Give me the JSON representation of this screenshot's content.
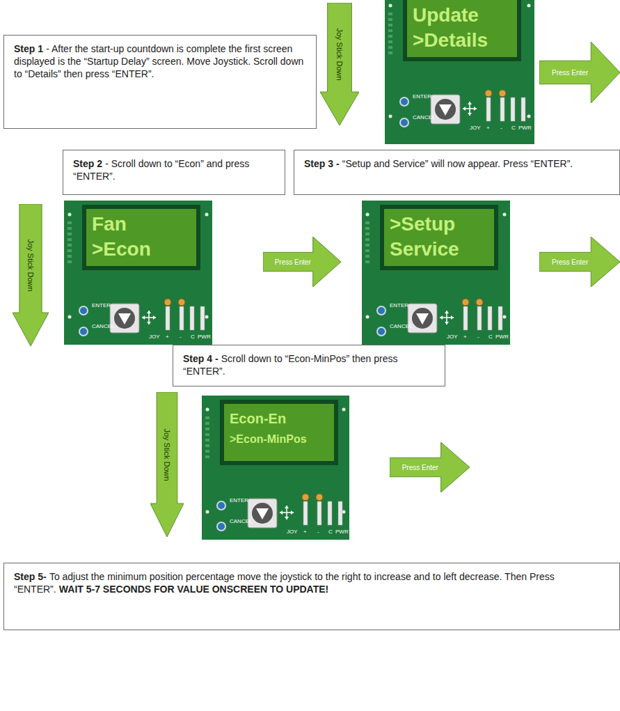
{
  "diagram": {
    "nodes": [
      {
        "text": [
          "Step 1",
          "- After the start-up countdown is complete the first screen displayed is the “Startup Delay” screen. Move Joystick. Scroll down to “Details” then press “ENTER”."
        ]
      },
      {
        "text": [
          "Joy Stick Down"
        ]
      },
      {
        "text": [
          "ENTER",
          "CANCEL",
          "JOY",
          "+",
          "-",
          "C",
          "PWR"
        ]
      },
      {
        "text": [
          "Update",
          ">Details"
        ],
        "in": 2
      },
      {
        "text": [
          "Press Enter"
        ]
      },
      {
        "text": [
          "Step 2",
          "- Scroll down to “Econ” and press “ENTER”."
        ]
      },
      {
        "text": [
          "Step 3 -",
          "“Setup and Service” will now appear. Press “ENTER”."
        ]
      },
      {
        "text": [
          "Joy Stick Down"
        ]
      },
      {
        "text": [
          "ENTER",
          "CANCEL",
          "JOY",
          "+",
          "-",
          "C",
          "PWR"
        ]
      },
      {
        "text": [
          "Fan",
          ">Econ"
        ],
        "in": 8
      },
      {
        "text": [
          "Press Enter"
        ]
      },
      {
        "text": [
          "ENTER",
          "CANCEL",
          "JOY",
          "+",
          "-",
          "C",
          "PWR"
        ]
      },
      {
        "text": [
          ">Setup",
          "Service"
        ],
        "in": 11
      },
      {
        "text": [
          "Press Enter"
        ]
      },
      {
        "text": [
          "Step 4 -",
          "Scroll down to “Econ-MinPos” then press “ENTER”."
        ]
      },
      {
        "text": [
          "Joy Stick Down"
        ]
      },
      {
        "text": [
          "ENTER",
          "CANCEL",
          "JOY",
          "+",
          "-",
          "C",
          "PWR"
        ]
      },
      {
        "text": [
          "Econ-En",
          ">Econ-MinPos"
        ],
        "in": 16
      },
      {
        "text": [
          "Press Enter"
        ]
      },
      {
        "text": [
          "Step 5-",
          "To adjust the minimum position percentage move the joystick to the right to increase and to left decrease. Then Press “ENTER”.",
          "WAIT 5-7 SECONDS FOR VALUE ONSCREEN TO UPDATE!"
        ]
      }
    ]
  }
}
